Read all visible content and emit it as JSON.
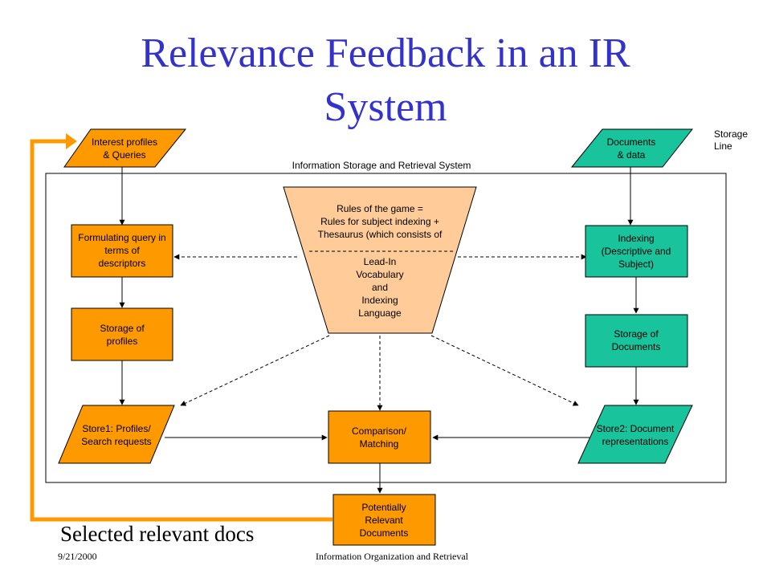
{
  "slide": {
    "title_line1": "Relevance Feedback in an IR",
    "title_line2": "System",
    "system_label": "Information Storage and Retrieval System",
    "storage_line": [
      "Storage",
      "Line"
    ],
    "feedback_label": "Selected relevant docs",
    "footer_date": "9/21/2000",
    "footer_course": "Information Organization and Retrieval"
  },
  "nodes": {
    "interest_profiles": [
      "Interest profiles",
      "& Queries"
    ],
    "documents": [
      "Documents",
      "& data"
    ],
    "formulating": [
      "Formulating query in",
      "terms of",
      "descriptors"
    ],
    "indexing": [
      "Indexing",
      "(Descriptive and",
      "Subject)"
    ],
    "storage_profiles": [
      "Storage of",
      "profiles"
    ],
    "storage_documents": [
      "Storage of",
      "Documents"
    ],
    "store1": [
      "Store1: Profiles/",
      "Search requests"
    ],
    "store2": [
      "Store2: Document",
      "representations"
    ],
    "comparison": [
      "Comparison/",
      "Matching"
    ],
    "potentially": [
      "Potentially",
      "Relevant",
      "Documents"
    ],
    "rules_top": [
      "Rules of the game =",
      "Rules for subject indexing +",
      "Thesaurus (which consists of"
    ],
    "rules_bottom": [
      "Lead-In",
      "Vocabulary",
      "and",
      "Indexing",
      "Language"
    ]
  },
  "colors": {
    "orange": "#ff9900",
    "green": "#19c39b",
    "peach": "#ffcc99",
    "title": "#3333cc",
    "feedback_arrow": "#ff9900"
  }
}
